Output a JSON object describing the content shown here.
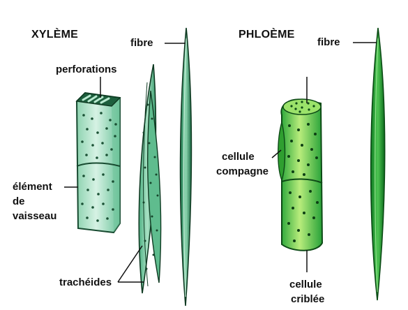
{
  "sections": {
    "xylem_title": "XYLÈME",
    "phloem_title": "PHLOÈME"
  },
  "labels": {
    "xylem_fibre": "fibre",
    "perforations": "perforations",
    "element_line1": "élément",
    "element_line2": "de",
    "element_line3": "vaisseau",
    "tracheides": "trachéides",
    "phloem_fibre": "fibre",
    "companion_line1": "cellule",
    "companion_line2": "compagne",
    "sieve_line1": "cellule",
    "sieve_line2": "criblée"
  },
  "colors": {
    "xylem_light": "#cdeedd",
    "xylem_mid": "#6dc59b",
    "xylem_dark": "#1f7a52",
    "phloem_light": "#c6f0a8",
    "phloem_mid": "#39b53b",
    "phloem_dark": "#0d6a1e",
    "outline": "#0f3a22",
    "dots": "#16452b"
  }
}
